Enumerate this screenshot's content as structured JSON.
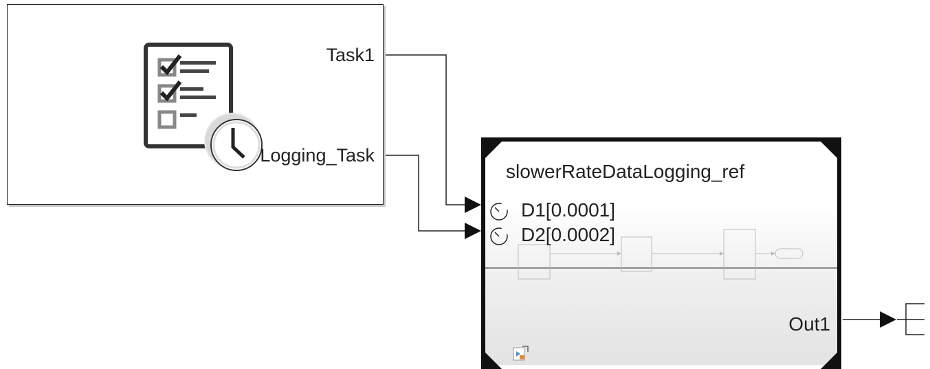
{
  "scheduler": {
    "ports": [
      {
        "label": "Task1"
      },
      {
        "label": "Logging_Task"
      }
    ]
  },
  "model_ref": {
    "title": "slowerRateDataLogging_ref",
    "inputs": [
      {
        "label": "D1[0.0001]"
      },
      {
        "label": "D2[0.0002]"
      }
    ],
    "output": {
      "label": "Out1"
    }
  },
  "icons": [
    "checklist-clock-icon",
    "clock-icon",
    "model-badge-icon",
    "terminator-icon"
  ]
}
